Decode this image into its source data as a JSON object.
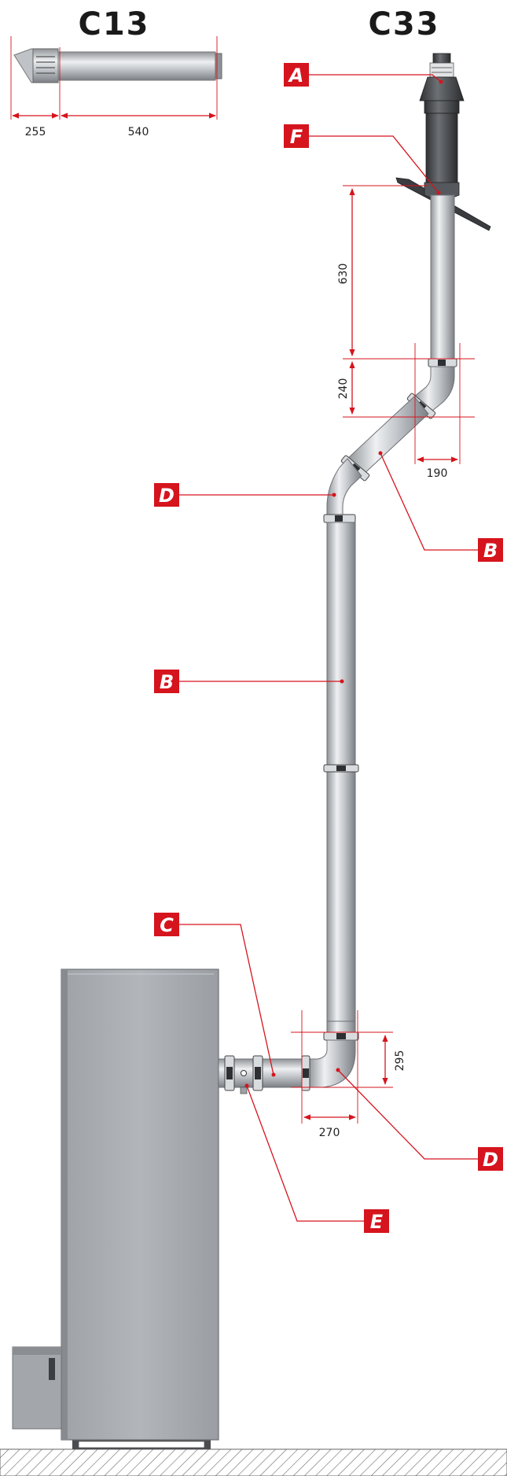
{
  "titles": {
    "left": "C13",
    "right": "C33"
  },
  "dimensions": {
    "c13_terminal": "255",
    "c13_pipe": "540",
    "vertical_upper": "630",
    "vertical_offset": "240",
    "horizontal_offset": "190",
    "bend_height": "295",
    "bend_width": "270"
  },
  "labels": {
    "a": "A",
    "f": "F",
    "d_upper": "D",
    "b_right": "B",
    "b_left": "B",
    "c": "C",
    "d_lower": "D",
    "e": "E"
  },
  "colors": {
    "accent": "#d5141d",
    "boiler": "#a9adb2",
    "pipe": "#c9ccd0",
    "terminal": "#4a4c4f"
  }
}
